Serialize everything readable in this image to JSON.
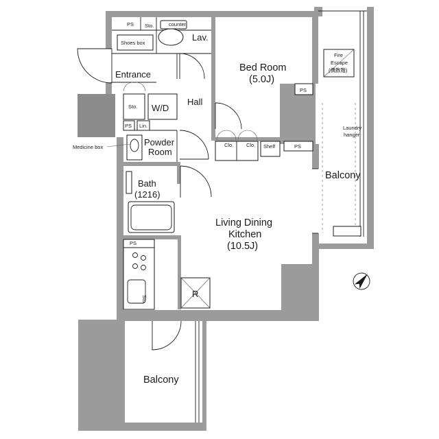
{
  "plan": {
    "rooms": {
      "bedroom": {
        "name": "Bed Room",
        "size": "(5.0J)"
      },
      "ldk": {
        "line1": "Living Dining",
        "line2": "Kitchen",
        "size": "(10.5J)"
      },
      "bath": {
        "name": "Bath",
        "size": "(1216)"
      },
      "powder": {
        "line1": "Powder",
        "line2": "Room"
      },
      "entrance": "Entrance",
      "hall": "Hall",
      "lav": "Lav.",
      "balcony_right": "Balcony",
      "balcony_bottom": "Balcony"
    },
    "labels": {
      "ps_top": "PS",
      "sto_top": "Sto.",
      "counter": "counter",
      "shoes_box": "Shoes box",
      "sto_entrance": "Sto.",
      "wd": "W/D",
      "ps_left": "PS",
      "lin": "Lin.",
      "medicine_box": "Medicine box",
      "clo1": "Clo.",
      "clo2": "Clo.",
      "shelf": "Shelf",
      "ps_shelf": "PS",
      "ps_bedroom": "PS",
      "ps_kitchen": "PS",
      "sto_kitchen": "Sto.",
      "refrigerator": "R",
      "fire_escape_1": "Fire",
      "fire_escape_2": "Escape",
      "fire_escape_3": "(偶数階)",
      "laundry_1": "Laundry",
      "laundry_2": "hanger"
    },
    "icons": [
      "north-arrow-icon",
      "stove-icon",
      "sink-icon",
      "toilet-icon",
      "bathtub-icon",
      "washbasin-icon"
    ]
  }
}
